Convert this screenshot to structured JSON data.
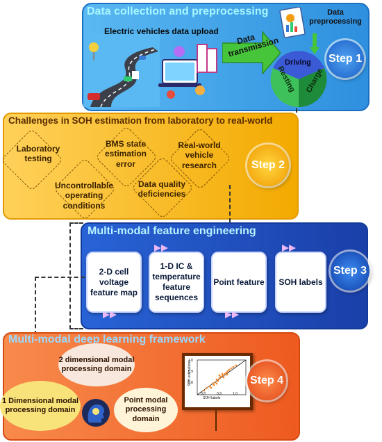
{
  "panels": {
    "step1": {
      "title": "Data collection and preprocessing",
      "ev_upload": "Electric vehicles data upload",
      "transmission": "Data transmission",
      "preprocessing": "Data preprocessing",
      "wheel": [
        "Driving",
        "Resting",
        "Charge"
      ],
      "step": "Step 1",
      "colors": {
        "bg": "#3ea2e6",
        "title": "#a7f7ff",
        "arrow": "#46c43a",
        "step": "#2b7fd4"
      }
    },
    "step2": {
      "title": "Challenges in SOH estimation from laboratory to real-world",
      "items": [
        "Laboratory testing",
        "Uncontrollable operating conditions",
        "BMS state estimation error",
        "Data quality deficiencies",
        "Real-world vehicle research"
      ],
      "step": "Step 2",
      "colors": {
        "bg": "#f6b800",
        "title": "#5a2d00",
        "step": "#f7a800"
      }
    },
    "step3": {
      "title": "Multi-modal feature engineering",
      "cards": [
        "2-D cell voltage feature map",
        "1-D IC & temperature feature sequences",
        "Point feature",
        "SOH labels"
      ],
      "step": "Step 3",
      "colors": {
        "bg": "#1f55c8",
        "title": "#b8f3ff",
        "step": "#1c5fd0"
      }
    },
    "step4": {
      "title": "Multi-modal deep learning framework",
      "clouds": [
        "2 dimensional modal processing domain",
        "1 Dimensional modal processing domain",
        "Point modal processing domain"
      ],
      "inset": {
        "xlabel": "SOH labels",
        "ylabel": "SOH estimations",
        "xticks": [
          "0.8",
          "0.9",
          "1.0"
        ],
        "yticks": [
          "1.0",
          "0.9",
          "0.8"
        ]
      },
      "step": "Step 4",
      "colors": {
        "bg": "#f26b2e",
        "title": "#9ad9ff",
        "step": "#f06a2a"
      }
    }
  }
}
